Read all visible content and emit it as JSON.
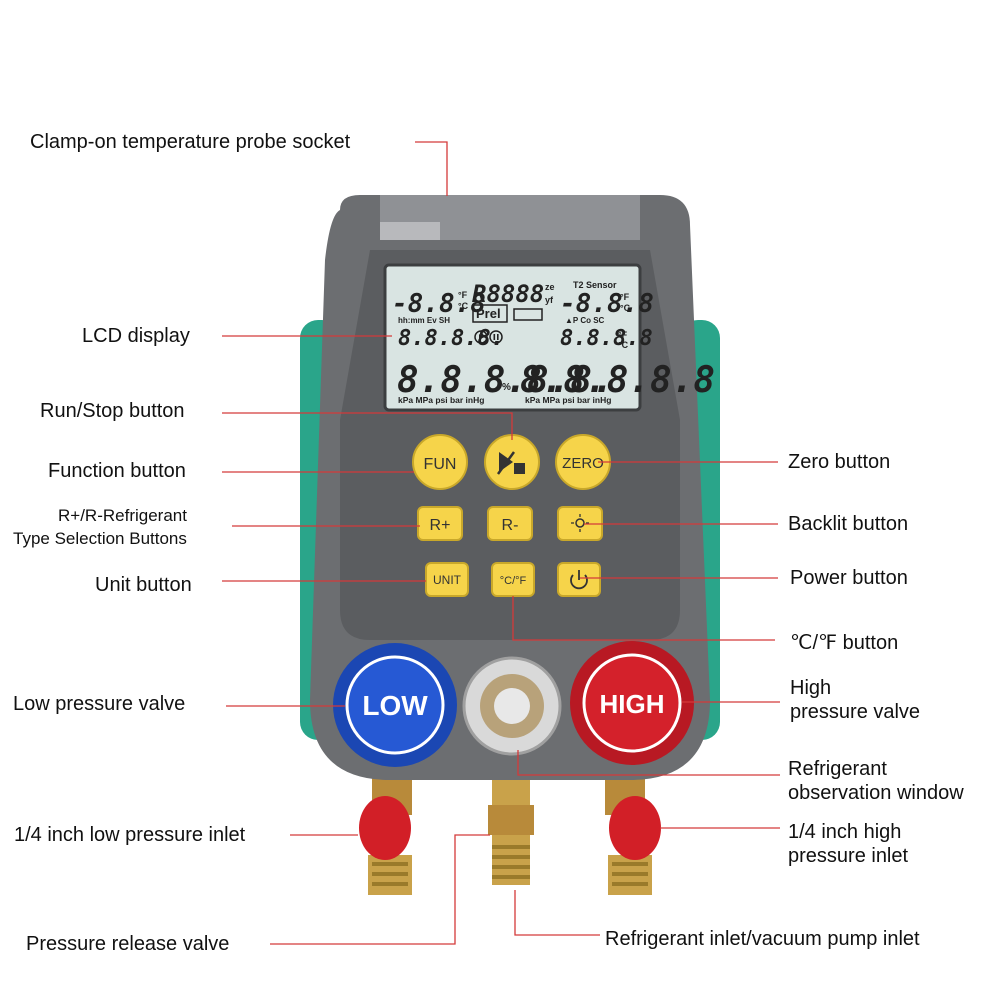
{
  "colors": {
    "body": "#6c6e71",
    "body_dark": "#4a4c4f",
    "grip": "#2aa58a",
    "lcd_bg": "#d9e4e2",
    "button": "#f6d44a",
    "low_knob": "#1f4fbf",
    "high_knob": "#c81f2a",
    "leader": "#d43a3a"
  },
  "callouts": {
    "clamp_socket": "Clamp-on temperature probe socket",
    "lcd_display": "LCD display",
    "run_stop": "Run/Stop button",
    "function_btn": "Function button",
    "refrigerant_line1": "R+/R-Refrigerant",
    "refrigerant_line2": "Type Selection Buttons",
    "unit_btn": "Unit button",
    "low_valve": "Low pressure valve",
    "low_inlet": "1/4 inch low pressure inlet",
    "release_valve": "Pressure release valve",
    "zero_btn": "Zero button",
    "backlit_btn": "Backlit button",
    "power_btn": "Power button",
    "cf_btn": "℃/℉ button",
    "high_valve_line1": "High",
    "high_valve_line2": "pressure valve",
    "window_line1": "Refrigerant",
    "window_line2": "observation window",
    "high_inlet_line1": "1/4 inch high",
    "high_inlet_line2": "pressure inlet",
    "refrigerant_inlet": "Refrigerant inlet/vacuum pump inlet"
  },
  "lcd": {
    "temp_left": "-8.8.8",
    "r_code": "R8888",
    "ze": "ze",
    "yf": "yf",
    "t2_sensor": "T2 Sensor",
    "temp_right": "-8.8.8",
    "unit_f": "°F",
    "unit_c": "°C",
    "row2_labels_left": "hh:mm Ev SH",
    "prel": "Prel",
    "row2_labels_right": "▲P  Co  SC",
    "time_digits": "8.8.8.8.",
    "mid_right_digits": "8.8.8.8",
    "big_left": "8.8.8.8.8.",
    "percent": "%",
    "big_right": "8.8.8.8.8",
    "units_left": "kPa MPa psi bar inHg",
    "units_right": "kPa MPa psi bar inHg"
  },
  "buttons": {
    "fun": "FUN",
    "zero": "ZERO",
    "r_plus": "R+",
    "r_minus": "R-",
    "unit": "UNIT",
    "cf": "°C/°F"
  },
  "knobs": {
    "low": "LOW",
    "high": "HIGH"
  }
}
